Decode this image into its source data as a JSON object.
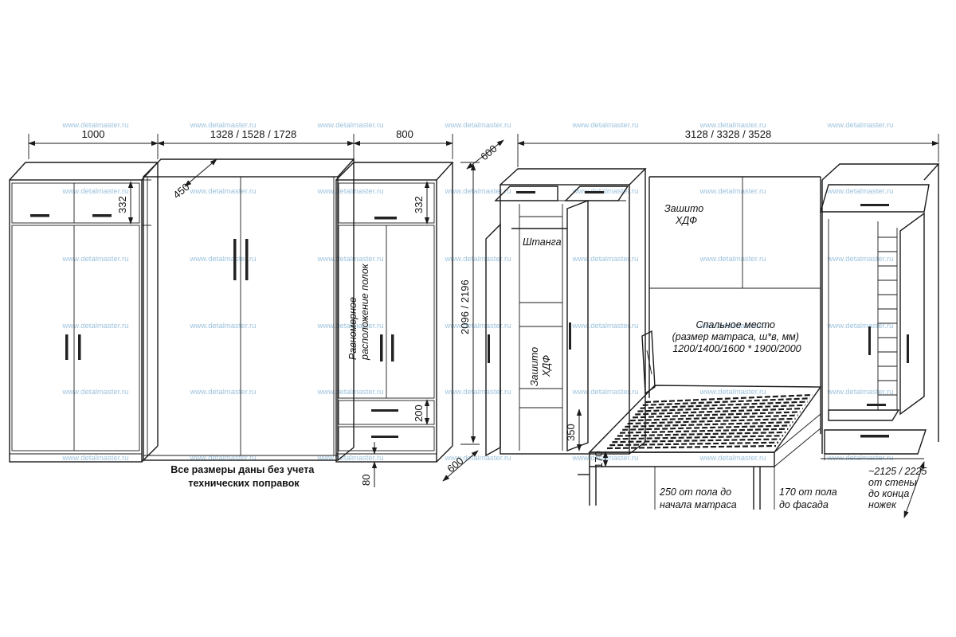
{
  "watermark_text": "www.detalmaster.ru",
  "colors": {
    "line": "#1a1a1a",
    "watermark": "#9ec3dd",
    "background": "#ffffff"
  },
  "dimensions": {
    "wardrobe_left_width": "1000",
    "wardrobe_middle_width": "1328 / 1528 / 1728",
    "wardrobe_right_width": "800",
    "overall_width": "3128 / 3328 / 3528",
    "mezzanine_height_left": "332",
    "mezzanine_height_right": "332",
    "depth_top_middle": "450",
    "depth_top_side": "600",
    "depth_bottom_side": "600",
    "height_total": "2096 / 2196",
    "drawer_height": "200",
    "plinth_height": "80",
    "lower_shelf_height": "350",
    "bed_front_height": "170"
  },
  "labels": {
    "shelves_note": [
      "Равномерное",
      "расположение полок"
    ],
    "general_note": [
      "Все размеры даны без учета",
      "технических поправок"
    ],
    "hdf_top_right": [
      "Зашито",
      "ХДФ"
    ],
    "hdf_middle": [
      "Зашито",
      "ХДФ"
    ],
    "rod": "Штанга",
    "sleeping_place": [
      "Спальное место",
      "(размер матраса, ш*в, мм)",
      "1200/1400/1600 * 1900/2000"
    ],
    "floor_to_mattress": [
      "250 от пола до",
      "начала матраса"
    ],
    "floor_to_facade": [
      "170 от пола",
      "до фасада"
    ],
    "wall_to_legs": [
      "~2125 / 2225",
      "от стены",
      "до конца",
      "ножек"
    ]
  }
}
